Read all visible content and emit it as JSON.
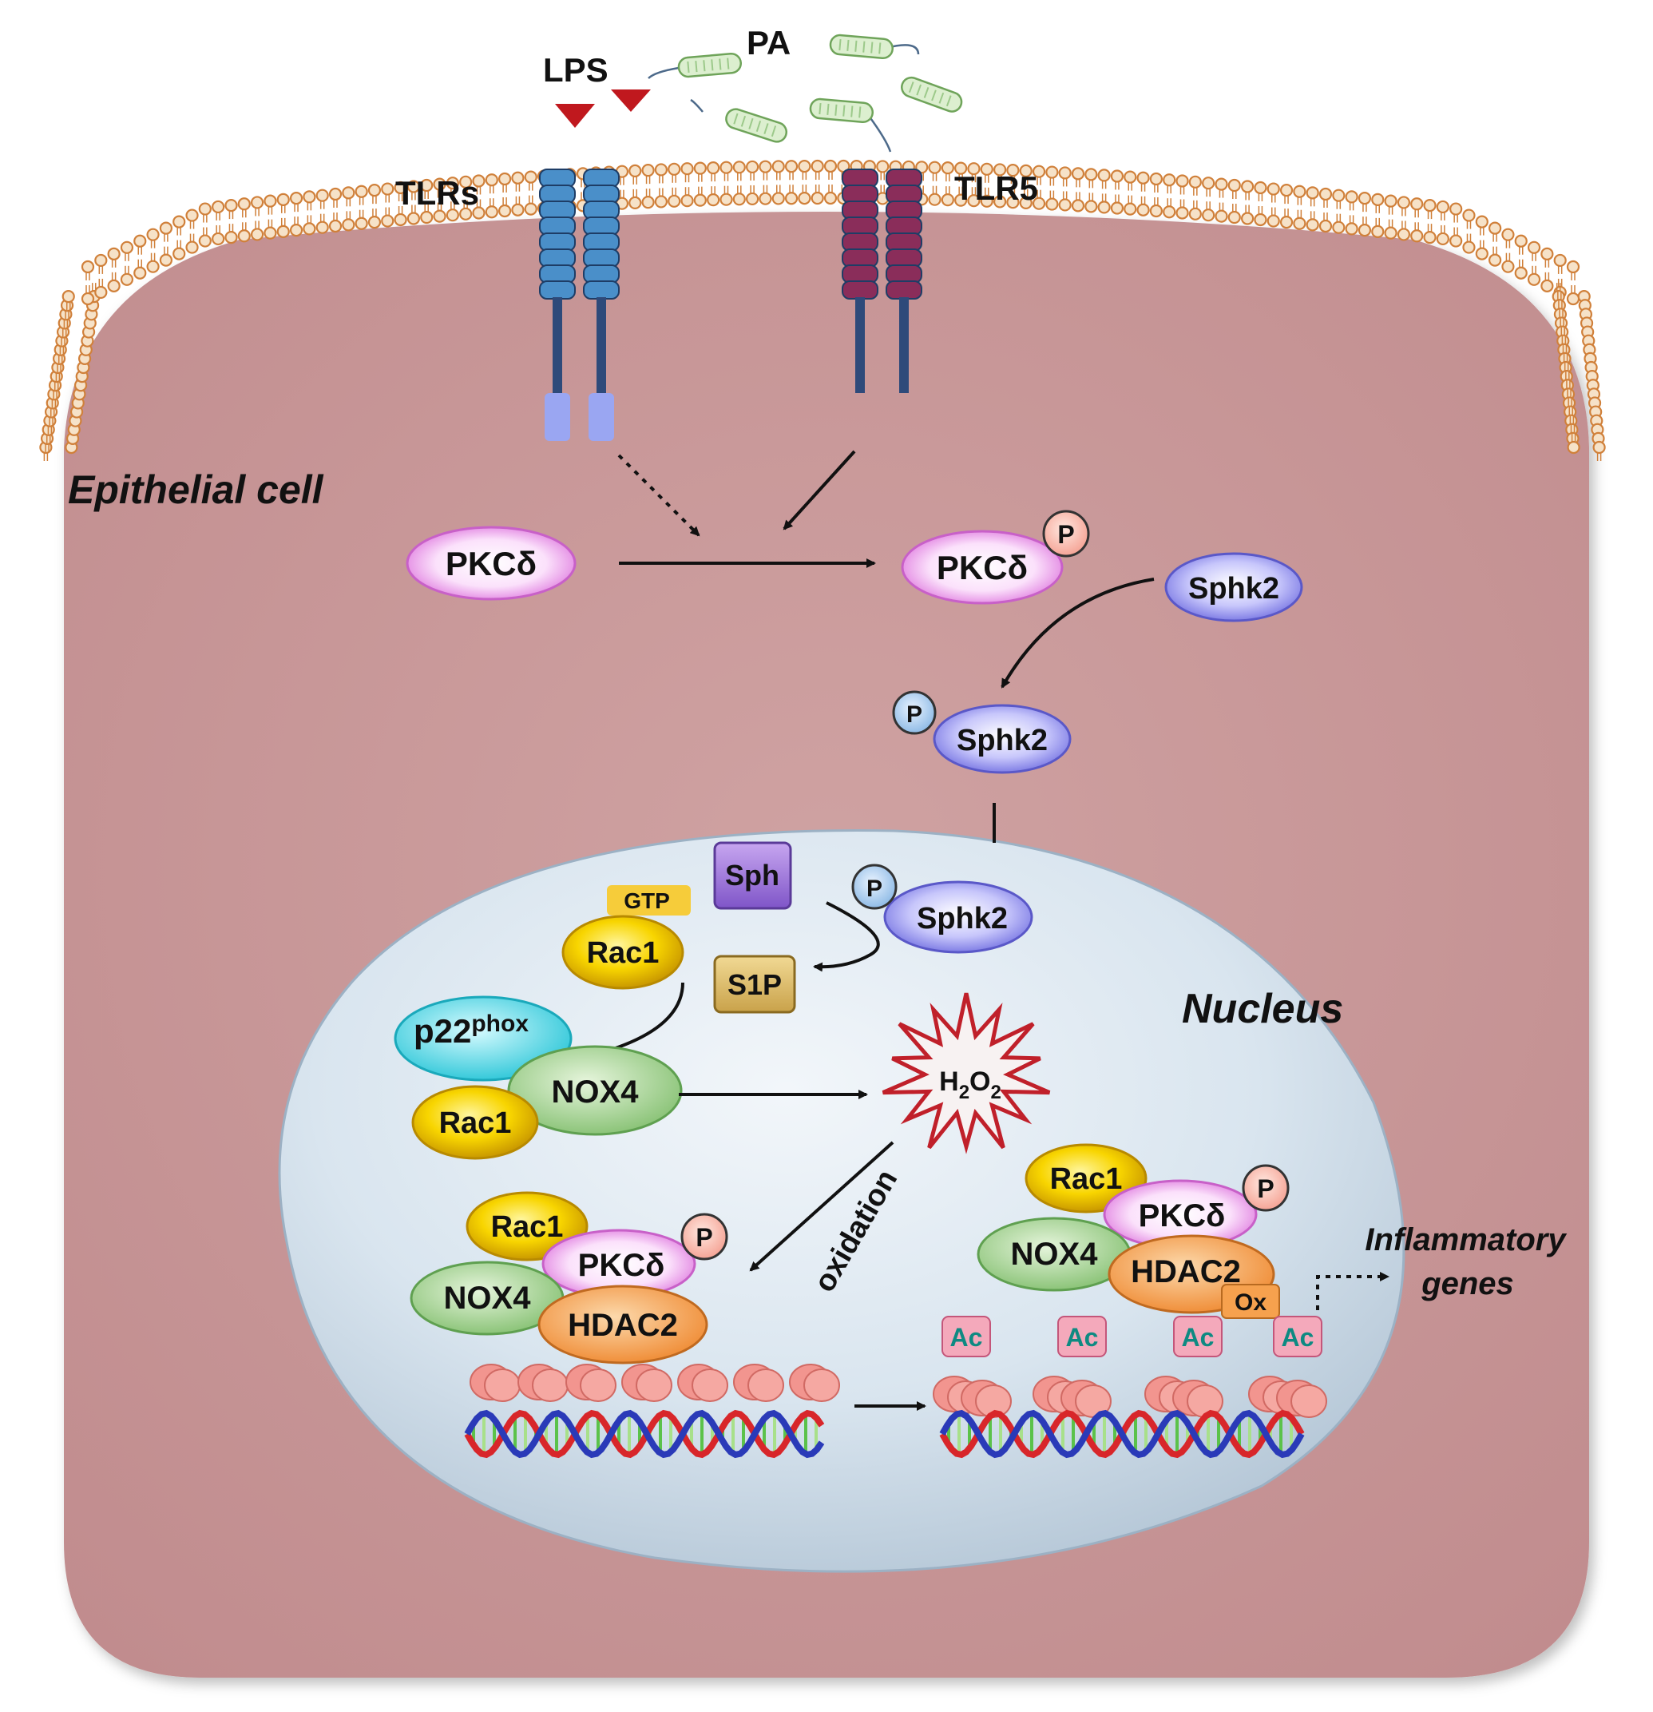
{
  "diagram": {
    "ligands": {
      "lps": "LPS",
      "pa": "PA"
    },
    "receptors": {
      "tlrs": "TLRs",
      "tlr5": "TLR5"
    },
    "cell_label": "Epithelial cell",
    "nucleus_label": "Nucleus",
    "cytoplasm": {
      "pkcd": "PKCδ",
      "pkcd_p": "PKCδ",
      "sphk2": "Sphk2",
      "sphk2_p": "Sphk2",
      "phospho": "P"
    },
    "nucleus": {
      "sph": "Sph",
      "sphk2": "Sphk2",
      "s1p": "S1P",
      "gtp": "GTP",
      "rac1": "Rac1",
      "p22": "p22",
      "p22_sup": "phox",
      "nox4": "NOX4",
      "h2o2_h": "H",
      "h2o2_2a": "2",
      "h2o2_o": "O",
      "h2o2_2b": "2",
      "oxidation": "oxidation",
      "pkcd": "PKCδ",
      "hdac2": "HDAC2",
      "ox": "Ox",
      "ac": "Ac",
      "inflammatory_1": "Inflammatory",
      "inflammatory_2": "genes"
    },
    "colors": {
      "cytoplasm": "#c99a9a",
      "membrane": "#d0803a",
      "nucleus": "#d6e3ee",
      "tlr": "#4a8fc9",
      "tlr5": "#8a2d5a",
      "pkc": "#f0b4ee",
      "sphk2": "#a9a8f2",
      "rac1": "#f5c800",
      "nox4": "#9fd08a",
      "hdac2": "#f5a352",
      "p22": "#5fd8e6",
      "phospho": "#f9b8a8"
    }
  }
}
